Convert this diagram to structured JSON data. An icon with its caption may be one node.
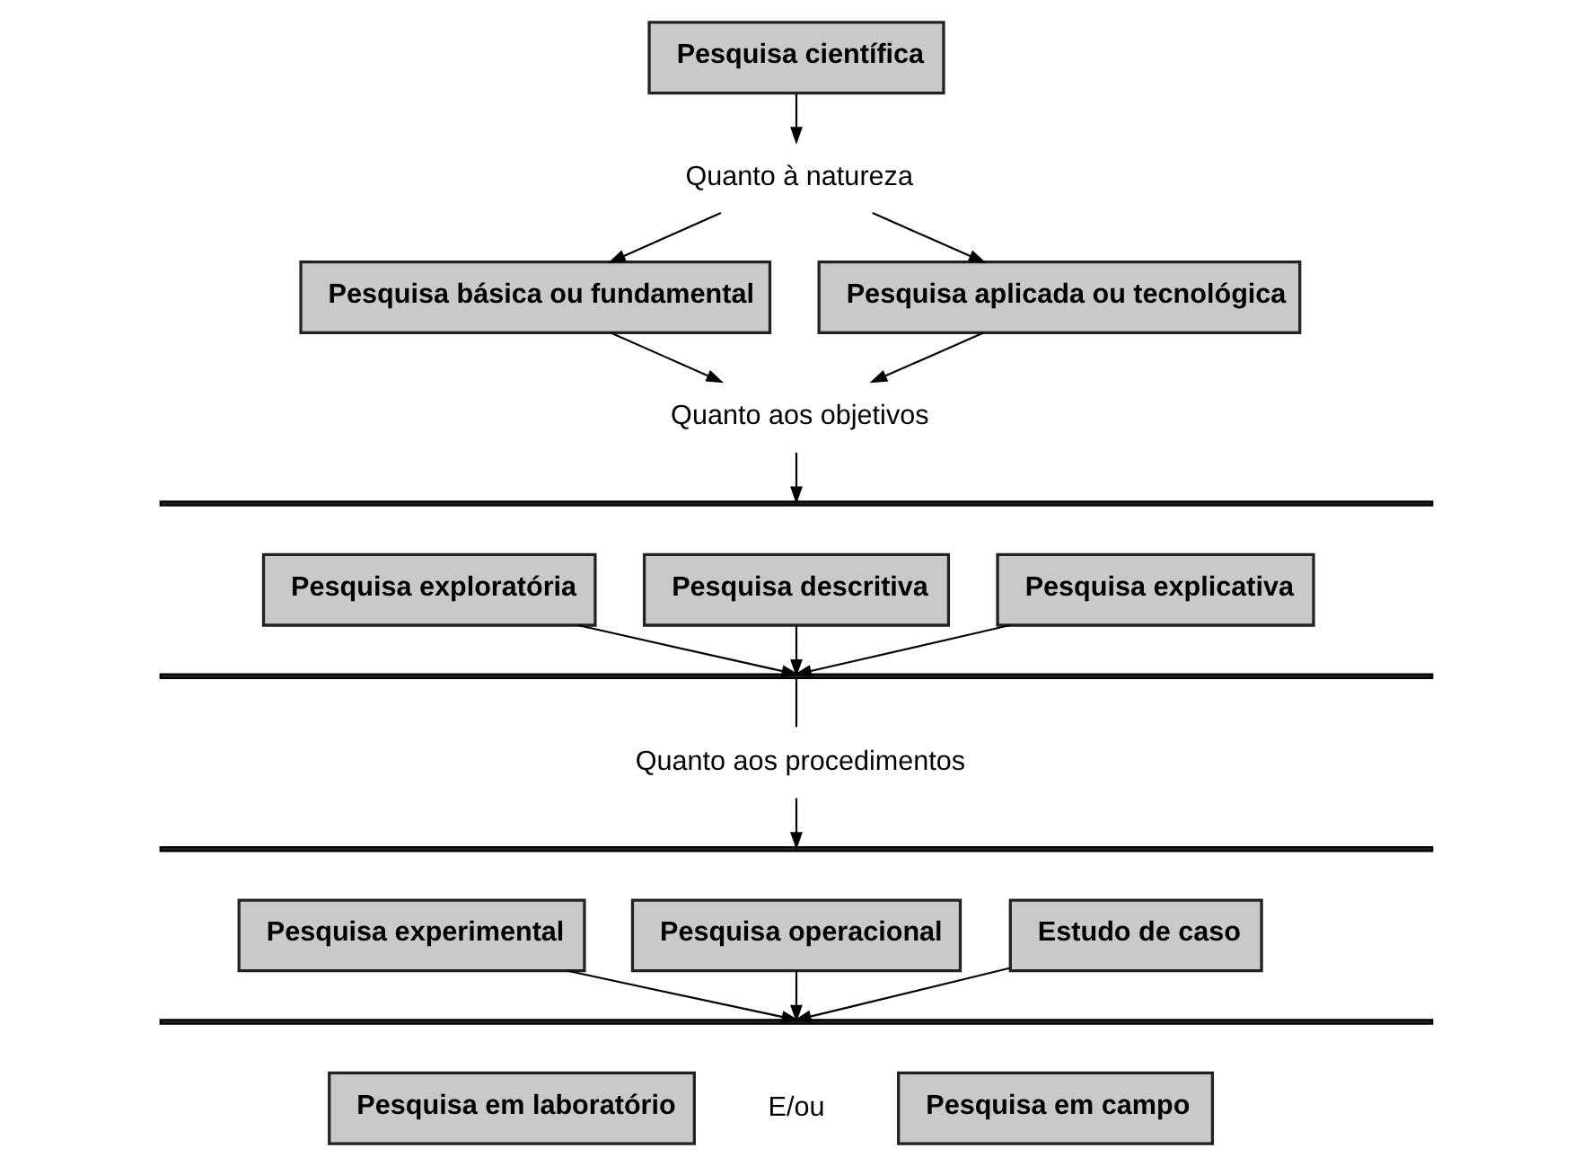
{
  "diagram": {
    "nodes": [
      {
        "text": [
          "Pesquisa científica"
        ]
      },
      {
        "text": [
          "Quanto à natureza"
        ]
      },
      {
        "text": [
          "Pesquisa básica ou fundamental"
        ]
      },
      {
        "text": [
          "Pesquisa aplicada ou tecnológica"
        ]
      },
      {
        "text": [
          "Quanto aos objetivos"
        ]
      },
      {
        "text": [],
        "shape": "bar"
      },
      {
        "text": [
          "Pesquisa exploratória"
        ]
      },
      {
        "text": [
          "Pesquisa descritiva"
        ]
      },
      {
        "text": [
          "Pesquisa explicativa"
        ]
      },
      {
        "text": [],
        "shape": "bar"
      },
      {
        "text": [
          "Quanto aos procedimentos"
        ]
      },
      {
        "text": [],
        "shape": "bar"
      },
      {
        "text": [
          "Pesquisa experimental"
        ]
      },
      {
        "text": [
          "Pesquisa operacional"
        ]
      },
      {
        "text": [
          "Estudo de caso"
        ]
      },
      {
        "text": [],
        "shape": "bar"
      },
      {
        "text": [
          "Pesquisa em laboratório"
        ]
      },
      {
        "text": [
          "Pesquisa em campo"
        ]
      }
    ],
    "edges": [
      {
        "from": 0,
        "to": 1,
        "arrow": "to"
      },
      {
        "from": 1,
        "to": 2,
        "arrow": "to"
      },
      {
        "from": 1,
        "to": 3,
        "arrow": "to"
      },
      {
        "from": 2,
        "to": 4,
        "arrow": "to"
      },
      {
        "from": 3,
        "to": 4,
        "arrow": "to"
      },
      {
        "from": 4,
        "to": 5,
        "arrow": "to"
      },
      {
        "from": 6,
        "to": 9,
        "arrow": "to"
      },
      {
        "from": 7,
        "to": 9,
        "arrow": "to"
      },
      {
        "from": 8,
        "to": 9,
        "arrow": "to"
      },
      {
        "from": 9,
        "to": 10,
        "arrow": "none"
      },
      {
        "from": 10,
        "to": 11,
        "arrow": "to"
      },
      {
        "from": 12,
        "to": 15,
        "arrow": "to"
      },
      {
        "from": 13,
        "to": 15,
        "arrow": "to"
      },
      {
        "from": 14,
        "to": 15,
        "arrow": "to"
      }
    ],
    "labels": [
      "E/ou"
    ]
  }
}
